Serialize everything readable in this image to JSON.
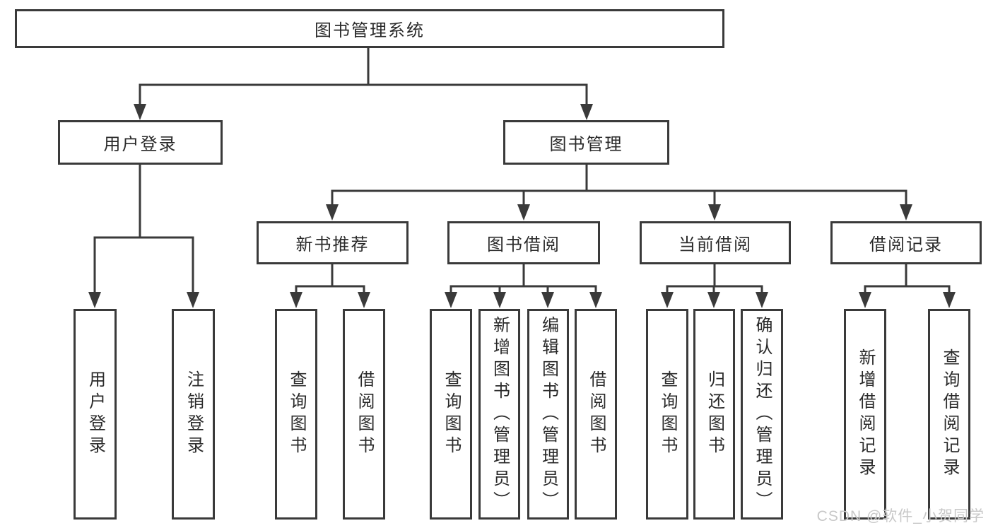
{
  "diagram": {
    "root": {
      "label": "图书管理系统"
    },
    "level2": {
      "userLogin": {
        "label": "用户登录"
      },
      "bookManagement": {
        "label": "图书管理"
      }
    },
    "level3": {
      "newBookRecommend": {
        "label": "新书推荐"
      },
      "bookBorrow": {
        "label": "图书借阅"
      },
      "currentBorrow": {
        "label": "当前借阅"
      },
      "borrowRecord": {
        "label": "借阅记录"
      }
    },
    "level4": {
      "userLoginLeaf": {
        "label": "用户登录"
      },
      "logoutLeaf": {
        "label": "注销登录"
      },
      "nbQueryBook": {
        "label": "查询图书"
      },
      "nbBorrowBook": {
        "label": "借阅图书"
      },
      "bbQueryBook": {
        "label": "查询图书"
      },
      "bbAddBook": {
        "label": "新增图书（管理员）"
      },
      "bbEditBook": {
        "label": "编辑图书（管理员）"
      },
      "bbBorrowBook": {
        "label": "借阅图书"
      },
      "cbQueryBook": {
        "label": "查询图书"
      },
      "cbReturnBook": {
        "label": "归还图书"
      },
      "cbConfirmReturn": {
        "label": "确认归还（管理员）"
      },
      "brAddRecord": {
        "label": "新增借阅记录"
      },
      "brQueryRecord": {
        "label": "查询借阅记录"
      }
    },
    "colors": {
      "line": "#3a3a3a",
      "text": "#2a2a2a",
      "box_fill": "#ffffff",
      "watermark": "#c8c8c8",
      "background": "#ffffff"
    }
  },
  "watermark": {
    "text": "CSDN @软件_小贺同学"
  }
}
